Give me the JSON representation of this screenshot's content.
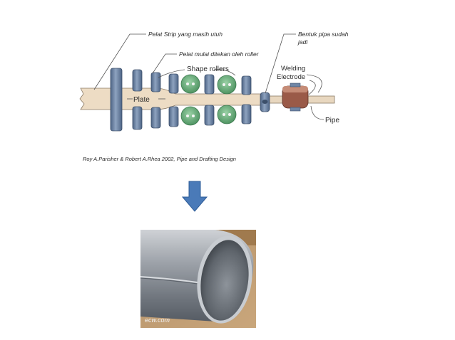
{
  "diagram": {
    "labels": {
      "strip_intact": "Pelat Strip yang masih utuh",
      "plate_pressed": "Pelat mulai ditekan oleh roller",
      "pipe_formed_line1": "Bentuk pipa sudah",
      "pipe_formed_line2": "jadi",
      "shape_rollers": "Shape rollers",
      "welding_line1": "Welding",
      "welding_line2": "Electrode",
      "plate": "Plate",
      "pipe": "Pipe"
    },
    "citation": "Roy A.Parisher & Robert A.Rhea 2002, Pipe and Drafting Design"
  },
  "photo": {
    "watermark": "ecw.com"
  },
  "colors": {
    "arrow": "#4a7ab8",
    "roller_blue": "#6f86a6",
    "roller_green": "#6ab07a",
    "plate": "#eddcc4",
    "electrode": "#9a5a48"
  }
}
